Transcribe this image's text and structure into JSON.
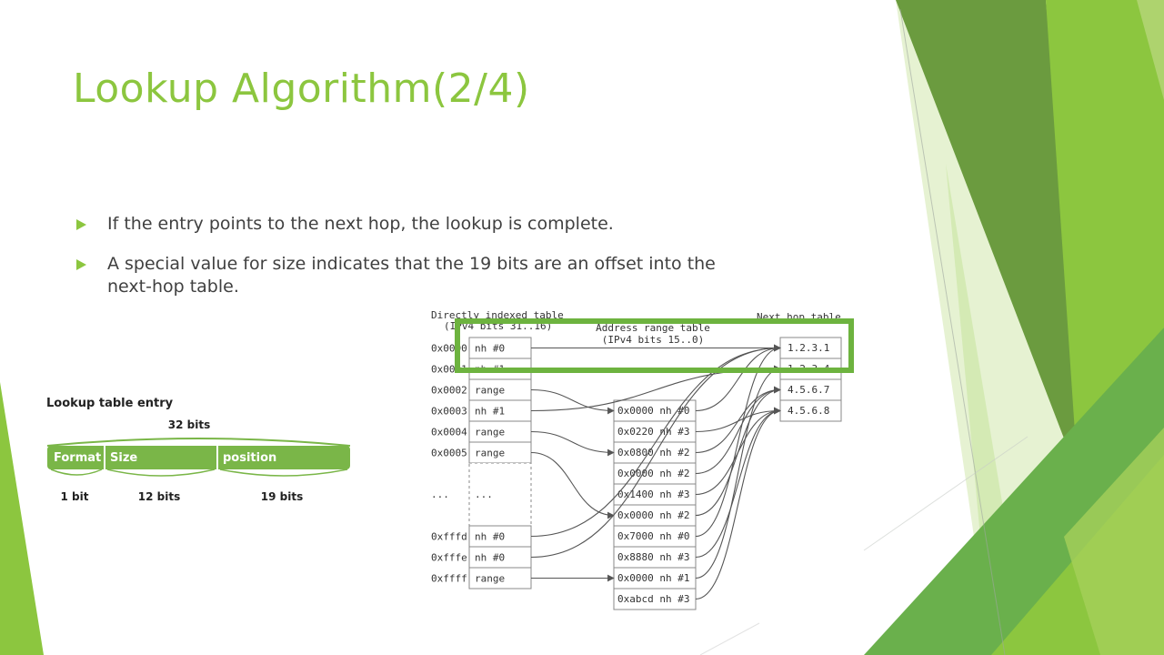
{
  "slide": {
    "title": "Lookup Algorithm(2/4)",
    "bullets": [
      "If the entry points to the next hop, the lookup is complete.",
      "A special value for size indicates that the 19 bits are an offset into the next-hop table."
    ]
  },
  "entry_figure": {
    "title": "Lookup table entry",
    "total_bits": "32 bits",
    "fields": [
      {
        "label": "Format",
        "bits": "1 bit"
      },
      {
        "label": "Size",
        "bits": "12 bits"
      },
      {
        "label": "position",
        "bits": "19 bits"
      }
    ]
  },
  "tables_figure": {
    "direct_title_1": "Directly indexed table",
    "direct_title_2": "(IPv4 bits 31..16)",
    "range_title_1": "Address range table",
    "range_title_2": "(IPv4 bits 15..0)",
    "nexthop_title": "Next hop table",
    "direct_rows": [
      {
        "index": "0x0000",
        "value": "nh #0"
      },
      {
        "index": "0x0001",
        "value": "nh #1"
      },
      {
        "index": "0x0002",
        "value": "range"
      },
      {
        "index": "0x0003",
        "value": "nh #1"
      },
      {
        "index": "0x0004",
        "value": "range"
      },
      {
        "index": "0x0005",
        "value": "range"
      },
      {
        "index": "...",
        "value": "..."
      },
      {
        "index": "0xfffd",
        "value": "nh #0"
      },
      {
        "index": "0xfffe",
        "value": "nh #0"
      },
      {
        "index": "0xffff",
        "value": "range"
      }
    ],
    "range_rows": [
      "0x0000 nh #0",
      "0x0220 nh #3",
      "0x0800 nh #2",
      "0x0000 nh #2",
      "0x1400 nh #3",
      "0x0000 nh #2",
      "0x7000 nh #0",
      "0x8880 nh #3",
      "0x0000 nh #1",
      "0xabcd nh #3"
    ],
    "nexthop_rows": [
      "1.2.3.1",
      "1.2.3.4",
      "4.5.6.7",
      "4.5.6.8"
    ]
  },
  "colors": {
    "accent": "#8cc63f",
    "highlight_border": "#6db33f",
    "text": "#404040",
    "entry_bar": "#7ab648"
  }
}
